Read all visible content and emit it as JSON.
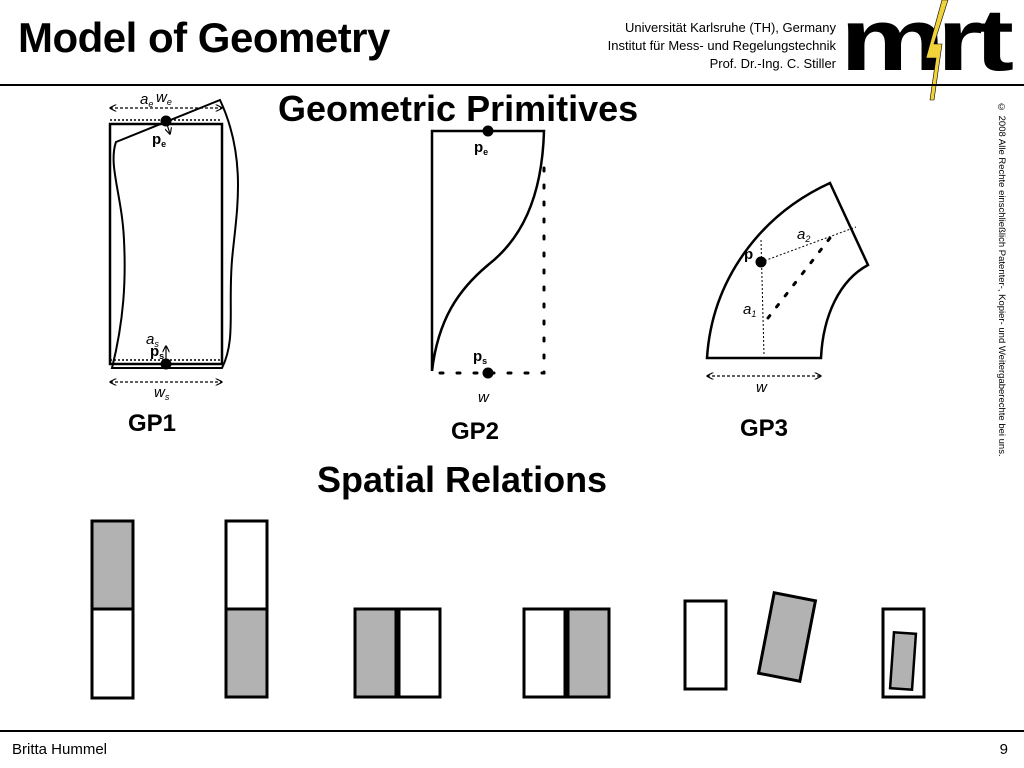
{
  "header": {
    "title": "Model of Geometry",
    "institution_lines": [
      "Universität Karlsruhe (TH), Germany",
      "Institut für Mess- und Regelungstechnik",
      "Prof. Dr.-Ing. C. Stiller"
    ],
    "logo_text": "mrt"
  },
  "copyright": "© 2008 Alle Rechte einschließlich Patenter-, Kopier- und Weitergaberechte bei uns.",
  "sections": {
    "primitives_heading": "Geometric Primitives",
    "relations_heading": "Spatial Relations"
  },
  "primitives": [
    {
      "label": "GP1",
      "annotations": {
        "a_end": "a",
        "a_end_sub": "e",
        "w_end": "w",
        "w_end_sub": "e",
        "p_end": "p",
        "p_end_sub": "e",
        "a_start": "a",
        "a_start_sub": "s",
        "p_start": "p",
        "p_start_sub": "s",
        "w_start": "w",
        "w_start_sub": "s"
      }
    },
    {
      "label": "GP2",
      "annotations": {
        "p_end": "p",
        "p_end_sub": "e",
        "p_start": "p",
        "p_start_sub": "s",
        "w": "w"
      }
    },
    {
      "label": "GP3",
      "annotations": {
        "p": "p",
        "a1": "a",
        "a1_sub": "1",
        "a2": "a",
        "a2_sub": "2",
        "w": "w"
      }
    }
  ],
  "relation_colors": {
    "filled": "#b2b2b2",
    "empty": "#ffffff",
    "stroke": "#000000"
  },
  "footer": {
    "author": "Britta Hummel",
    "page": "9"
  }
}
